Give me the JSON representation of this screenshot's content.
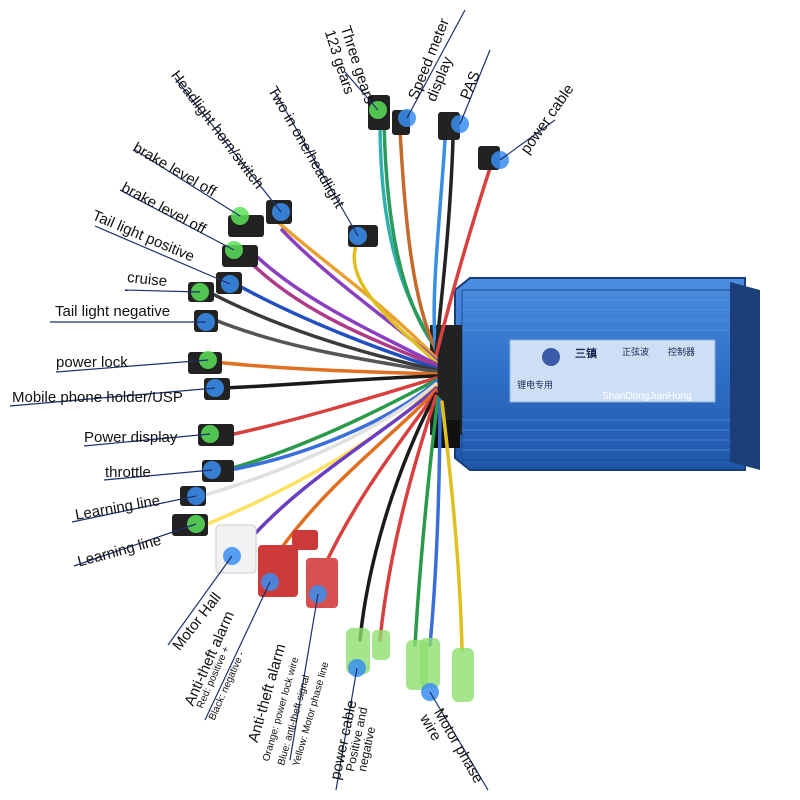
{
  "controller": {
    "model_text": "三镇",
    "brand_tag": "正弦波",
    "product": "控制器",
    "maker": "ShanDongJianHong",
    "dedicated": "锂电专用",
    "color_body": "#2f6fc7",
    "color_dark": "#1c3f7a"
  },
  "labels": {
    "three_gears": "Three gears",
    "gears_123": "123 gears",
    "speed_meter": "Speed meter",
    "display": "display",
    "pas": "PAS",
    "power_cable_top": "power cable",
    "headlight_horn": "Headlight horn/switch",
    "two_in_one": "Two in one/headlight",
    "brake_off_1": "brake level off",
    "brake_off_2": "brake level off",
    "tail_pos": "Tail light positive",
    "cruise": "cruise",
    "tail_neg": "Tail light negative",
    "power_lock": "power lock",
    "mobile": "Mobile phone holder/USP",
    "power_display": "Power display",
    "throttle": "throttle",
    "learning_1": "Learning line",
    "learning_2": "Learning line",
    "motor_hall": "Motor Hall",
    "alarm_1": "Anti-theft alarm",
    "alarm_1_red": "Red: positive +",
    "alarm_1_black": "Black: negative -",
    "alarm_2": "Anti-theft alarm",
    "alarm_2_orange": "Orange: power lock wire",
    "alarm_2_blue": "Blue: anti-theft signal",
    "alarm_2_yellow": "Yellow: Motor phase line",
    "power_cable_bottom": "power cable",
    "pos_neg_1": "Positive and",
    "pos_neg_2": "negative",
    "motor_phase_1": "Motor phase",
    "motor_phase_2": "wire"
  }
}
